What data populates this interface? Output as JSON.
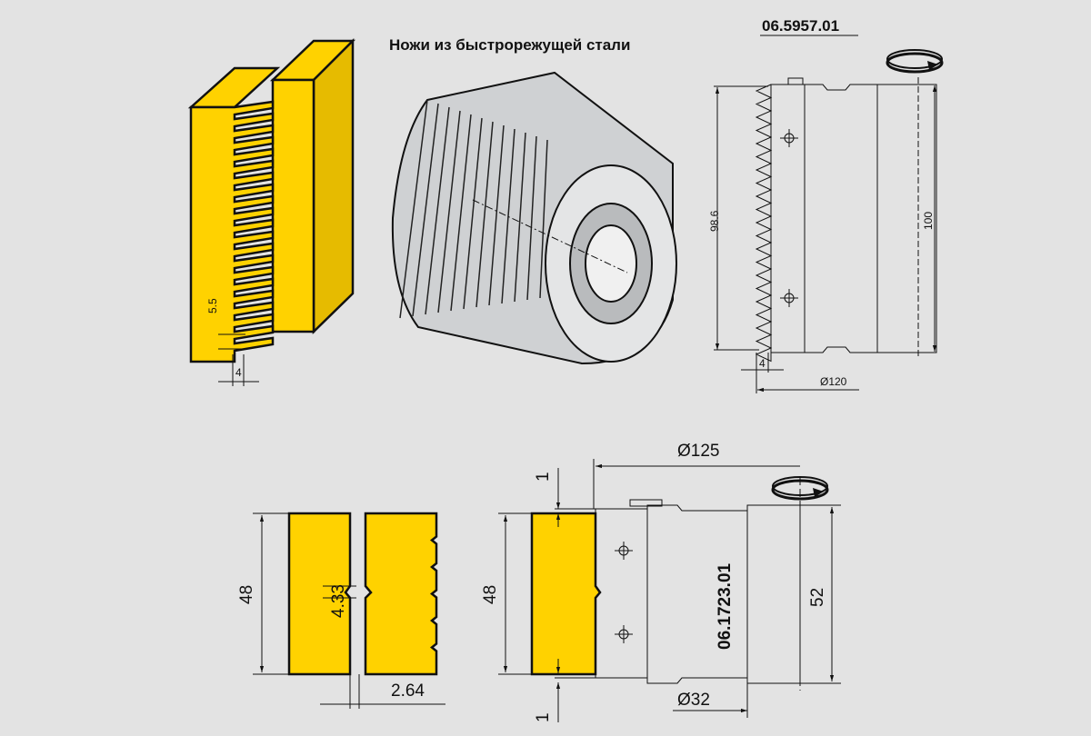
{
  "title": "Ножи из быстрорежущей стали",
  "code_top": "06.5957.01",
  "top_left_knife": {
    "dim_pitch": "5.5",
    "dim_width": "4"
  },
  "top_right_view": {
    "dim_knife_length": "98.6",
    "dim_height": "100",
    "dim_width": "4",
    "dim_diameter": "Ø120"
  },
  "bottom_left_knives": {
    "dim_height": "48",
    "dim_pitch": "4.33",
    "dim_thickness": "2.64"
  },
  "bottom_right_view": {
    "dim_diameter": "Ø125",
    "dim_top_offset": "1",
    "dim_bottom_offset": "1",
    "dim_knife_height": "48",
    "dim_height": "52",
    "dim_bore": "Ø32",
    "body_label": "06.1723.01"
  },
  "colors": {
    "background": "#e3e3e3",
    "knife_yellow": "#ffd200",
    "steel_light": "#dadcde",
    "outline": "#111111"
  },
  "icons": [
    "rotation-direction-icon",
    "crosshair-icon"
  ]
}
